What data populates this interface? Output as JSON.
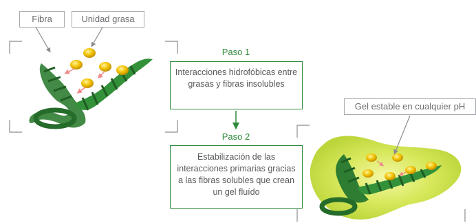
{
  "labels": {
    "fibra": "Fibra",
    "unidad_grasa": "Unidad grasa",
    "gel_estable": "Gel estable en cualquier pH"
  },
  "steps": [
    {
      "title": "Paso 1",
      "text": "Interacciones hidrofóbicas entre grasas y fibras insolubles"
    },
    {
      "title": "Paso 2",
      "text": "Estabilización de las interacciones primarias gracias a las fibras solubles que crean un gel fluído"
    }
  ],
  "colors": {
    "green": "#2f8a3b",
    "fiber": "#2e7d32",
    "gel": "#c9e34a",
    "fat": "#f2c200",
    "arrow_pink": "#f08a8a",
    "gray_text": "#6d6e71"
  },
  "icons": [
    "fiber-helix-icon",
    "fat-droplet-icon",
    "down-arrow-icon"
  ]
}
